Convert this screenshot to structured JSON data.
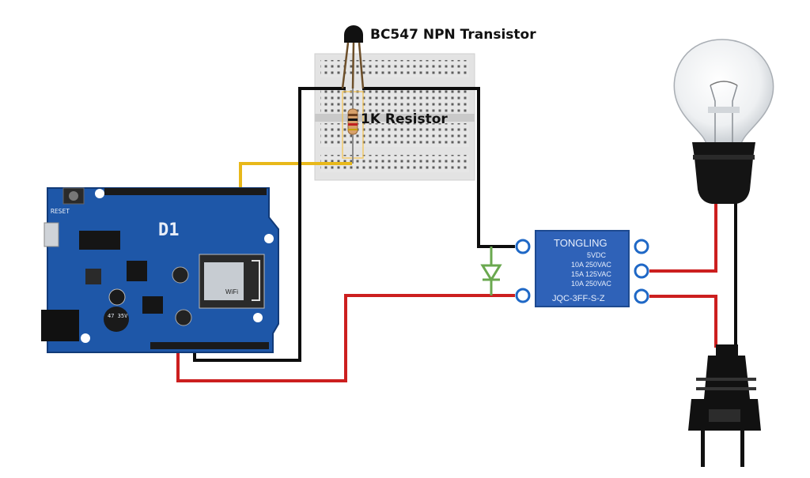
{
  "labels": {
    "transistor": "BC547 NPN Transistor",
    "resistor": "1K Resistor"
  },
  "board": {
    "name": "D1",
    "reset": "RESET",
    "wifi": "WiFi",
    "cap1": "47 35V"
  },
  "relay": {
    "brand": "TONGLING",
    "line1": "5VDC",
    "line2": "10A 250VAC",
    "line3": "15A 125VAC",
    "line4": "10A 250VAC",
    "model": "JQC-3FF-S-Z"
  },
  "colors": {
    "wire_black": "#0d0d0d",
    "wire_red": "#cc1f1f",
    "wire_yellow": "#e8b81a",
    "wire_green": "#6aa84f",
    "board_blue": "#1e57a8",
    "relay_blue": "#2f62b8"
  },
  "icons": [
    "bulb-icon",
    "plug-icon",
    "diode-icon",
    "transistor-icon",
    "resistor-icon"
  ]
}
